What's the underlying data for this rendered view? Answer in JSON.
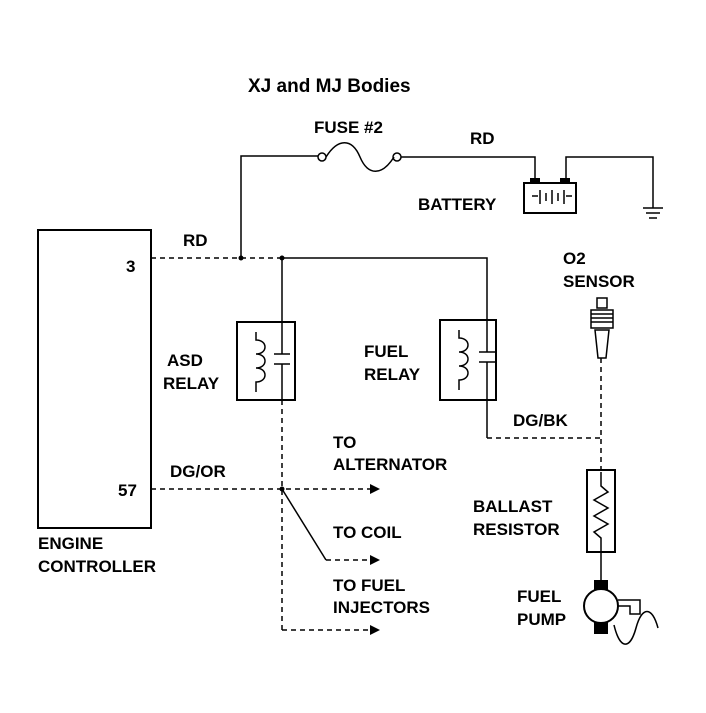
{
  "title": "XJ and MJ Bodies",
  "fuse_label": "FUSE #2",
  "wire_rd_top": "RD",
  "battery_label": "BATTERY",
  "wire_rd_left": "RD",
  "pin_3": "3",
  "pin_57": "57",
  "wire_dg_or": "DG/OR",
  "wire_dg_bk": "DG/BK",
  "engine_controller": [
    "ENGINE",
    "CONTROLLER"
  ],
  "asd_relay": [
    "ASD",
    "RELAY"
  ],
  "fuel_relay": [
    "FUEL",
    "RELAY"
  ],
  "o2_sensor": [
    "O2",
    "SENSOR"
  ],
  "ballast_resistor": [
    "BALLAST",
    "RESISTOR"
  ],
  "fuel_pump": [
    "FUEL",
    "PUMP"
  ],
  "to_alternator": [
    "TO",
    "ALTERNATOR"
  ],
  "to_coil": "TO COIL",
  "to_fuel_injectors": [
    "TO FUEL",
    "INJECTORS"
  ]
}
